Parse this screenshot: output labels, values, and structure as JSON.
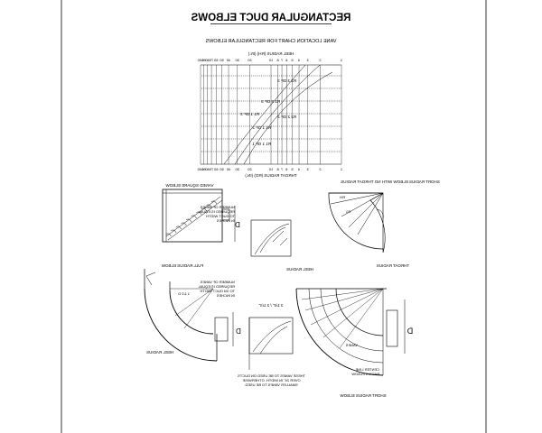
{
  "drawing": {
    "title": "RECTANGULAR DUCT ELBOWS",
    "chart_caption": "VANE LOCATION CHART FOR RECTANGULAR ELBOWS",
    "top_axis_label": "HEEL RADIUS (RH) (IN.)",
    "top_axis_ticks": [
      "1",
      "2",
      "3",
      "4",
      "5",
      "6",
      "7",
      "8",
      "10",
      "20",
      "30",
      "40",
      "50",
      "60",
      "70",
      "80",
      "90",
      "100"
    ],
    "bottom_axis_label": "THROAT RADIUS (RO) (IN.)",
    "bottom_axis_ticks": [
      "1",
      "2",
      "3",
      "4",
      "5",
      "6",
      "7",
      "8",
      "10",
      "20",
      "30",
      "40",
      "50",
      "60",
      "70",
      "80",
      "90",
      "100"
    ],
    "row_labels": [
      "R3 3 OF 3",
      "R2 2 OF 3",
      "R1 1 OF 3",
      "R2 2 OF 2",
      "R1 1 OF 2",
      "R1 1 OF 1"
    ]
  },
  "vaned_square": {
    "title": "VANED SQUARE ELBOW",
    "dim": "D",
    "note": "NUMBER OF VANES REQUIRED IS EQUAL TO DUCT WIDTH IN INCHES"
  },
  "short_radius_vanes": {
    "title": "SHORT RADIUS ELBOW WITH NO THROAT RADIUS",
    "r1": "R1",
    "rh": "RH"
  },
  "full_radius": {
    "title": "FULL RADIUS ELBOW",
    "label_heel": "HEEL RADIUS",
    "dim": "D",
    "label_r": "1 1/2 D"
  },
  "short_radius": {
    "title": "SHORT RADIUS ELBOW",
    "label_throat": "THROAT RADIUS",
    "label_heel": "HEEL RADIUS",
    "label_vanes": "VANES",
    "label_center": "CENTER LINE RADIUS ELBOW",
    "dim": "D"
  },
  "vane_detail": {
    "dims": "3 1/4\" / 2 1/4\"",
    "note": "NUMBER OF VANES REQUIRED IS EQUAL TO 3/4 DUCT WIDTH IN INCHES",
    "footnote": "THESE VANES TO BE USED ON DUCTS OVER 24\" IN WIDTH. OTHERWISE SMALLER VANES TO BE USED."
  }
}
